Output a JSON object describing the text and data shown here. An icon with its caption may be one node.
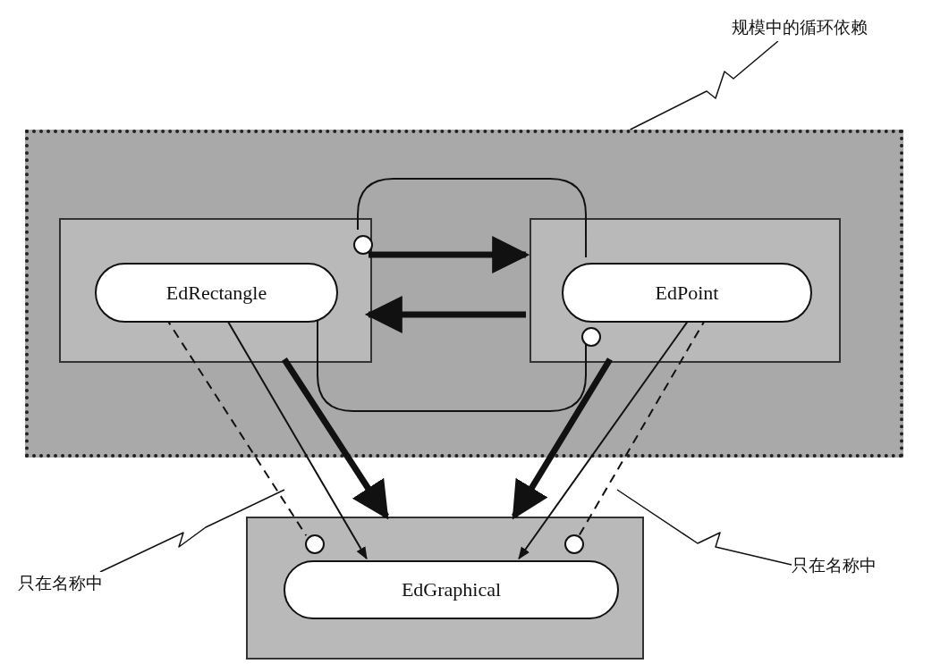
{
  "diagram": {
    "nodes": [
      {
        "text": [],
        "shape": "box"
      },
      {
        "text": [],
        "shape": "box",
        "in": 0
      },
      {
        "text": [
          "EdRectangle"
        ],
        "in": 1
      },
      {
        "text": [],
        "shape": "box",
        "in": 0
      },
      {
        "text": [
          "EdPoint"
        ],
        "in": 3
      },
      {
        "text": [],
        "shape": "box"
      },
      {
        "text": [
          "EdGraphical"
        ],
        "in": 5
      },
      {
        "text": [],
        "shape": "circle",
        "in": 1
      },
      {
        "text": [],
        "shape": "circle",
        "in": 3
      },
      {
        "text": [],
        "shape": "circle",
        "in": 5
      },
      {
        "text": [],
        "shape": "circle",
        "in": 5
      },
      {
        "text": [
          "规模中的循环依赖"
        ]
      },
      {
        "text": [
          "只在名称中"
        ]
      },
      {
        "text": [
          "只在名称中"
        ]
      }
    ],
    "edges": [
      {
        "from": 1,
        "to": 3,
        "arrow": "to",
        "style": "thick"
      },
      {
        "from": 3,
        "to": 1,
        "arrow": "to",
        "style": "thick"
      },
      {
        "from": 7,
        "to": 4,
        "arrow": "none"
      },
      {
        "from": 8,
        "to": 2,
        "arrow": "none"
      },
      {
        "from": 1,
        "to": 5,
        "arrow": "to",
        "style": "thick"
      },
      {
        "from": 3,
        "to": 5,
        "arrow": "to",
        "style": "thick"
      },
      {
        "from": 2,
        "to": 6,
        "arrow": "to"
      },
      {
        "from": 4,
        "to": 6,
        "arrow": "to"
      },
      {
        "from": 2,
        "to": 9,
        "arrow": "none",
        "style": "dashed"
      },
      {
        "from": 4,
        "to": 10,
        "arrow": "none",
        "style": "dashed"
      },
      {
        "from": 11,
        "to": 0,
        "arrow": "none"
      },
      {
        "from": 12,
        "to": null,
        "arrow": "none"
      },
      {
        "from": 13,
        "to": null,
        "arrow": "none"
      }
    ]
  }
}
